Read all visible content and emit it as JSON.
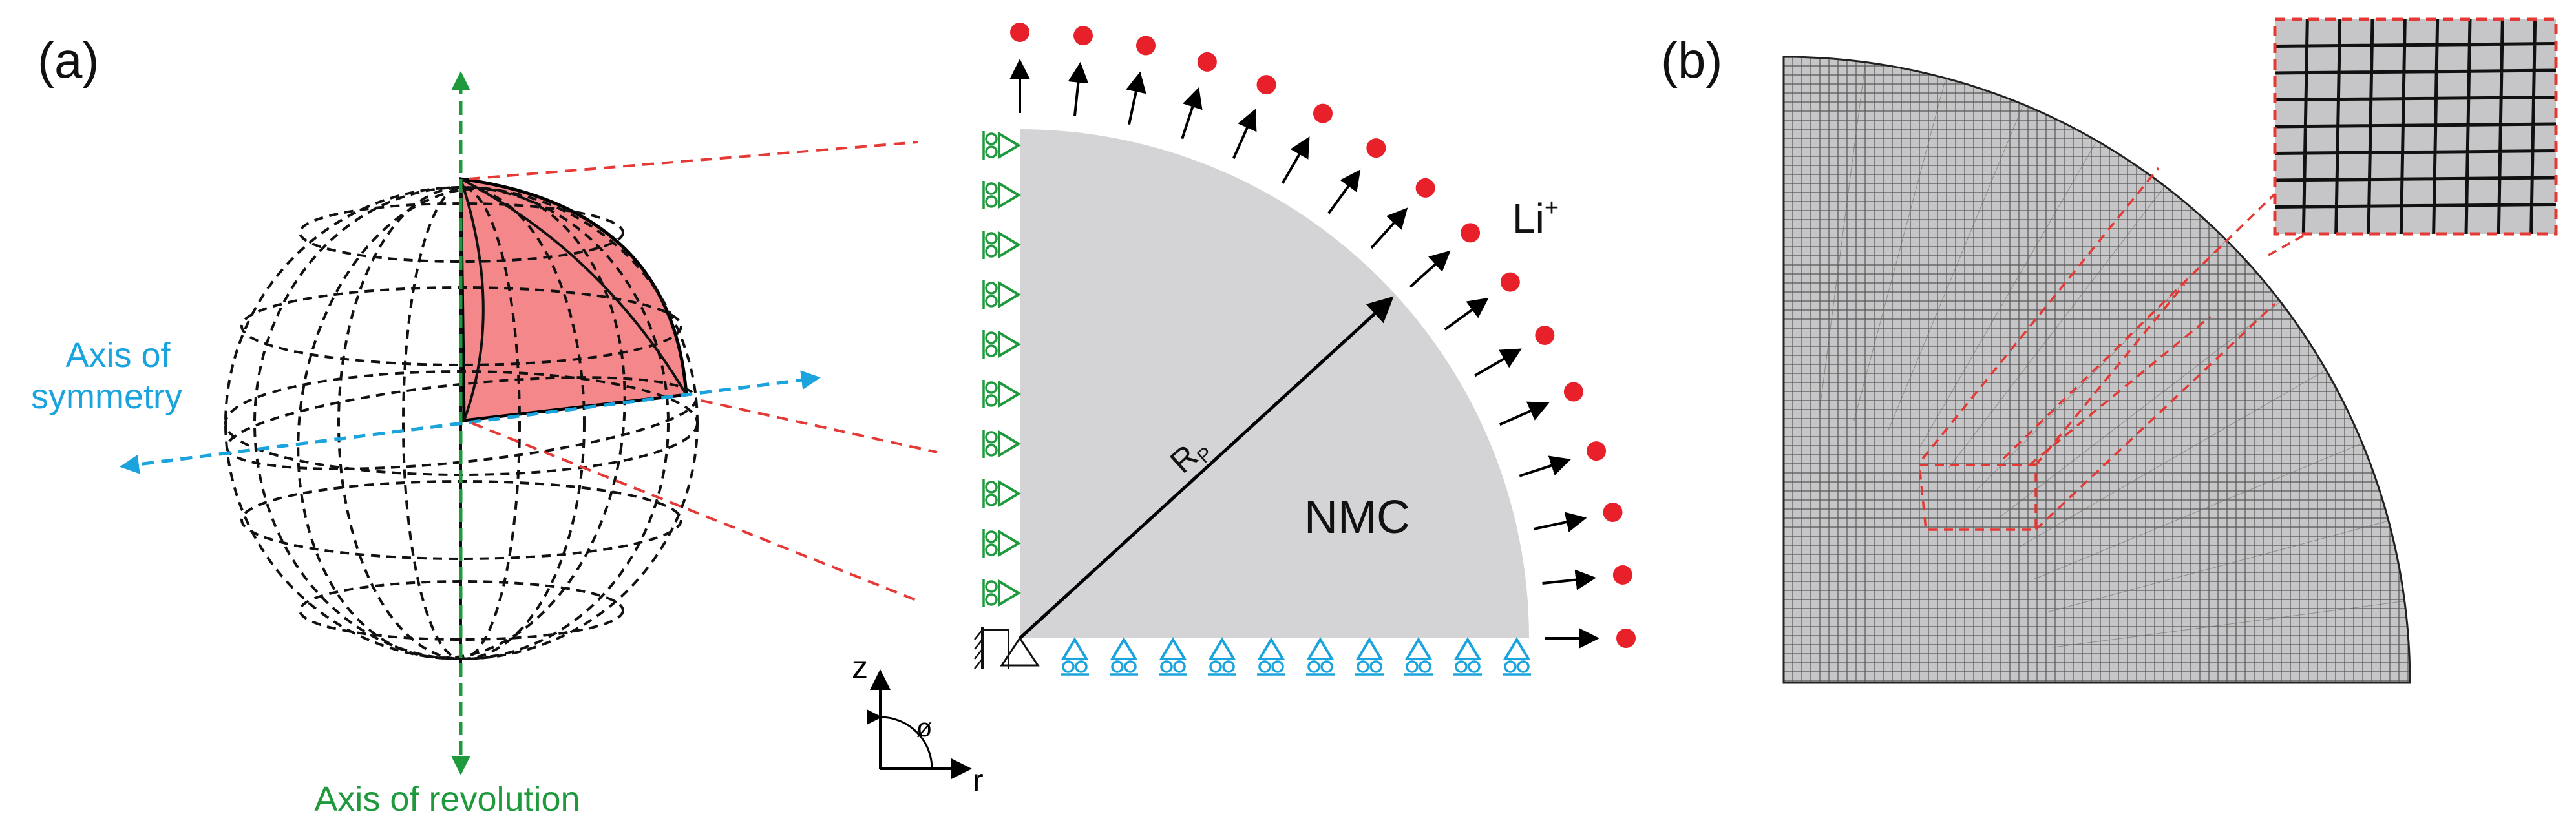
{
  "panels": {
    "a": {
      "label": "(a)"
    },
    "b": {
      "label": "(b)"
    }
  },
  "sphere": {
    "symmetry_axis_label": [
      "Axis of",
      "symmetry"
    ],
    "revolution_axis_label": "Axis of revolution"
  },
  "quarter": {
    "radius_label": "R",
    "radius_sub": "P",
    "material_label": "NMC",
    "ion_label": "Li",
    "ion_charge": "+",
    "ion_count": 16,
    "left_supports": 10,
    "bottom_supports": 10
  },
  "axes": {
    "z": "z",
    "r": "r",
    "angle": "ø"
  },
  "colors": {
    "green": "#1e9a3c",
    "cyan": "#1aa3dc",
    "red": "#e8202a",
    "red_dash": "#e53935",
    "grey": "#d4d4d6",
    "mesh_fill": "#c6c6c8",
    "pink": "#f4878a"
  }
}
